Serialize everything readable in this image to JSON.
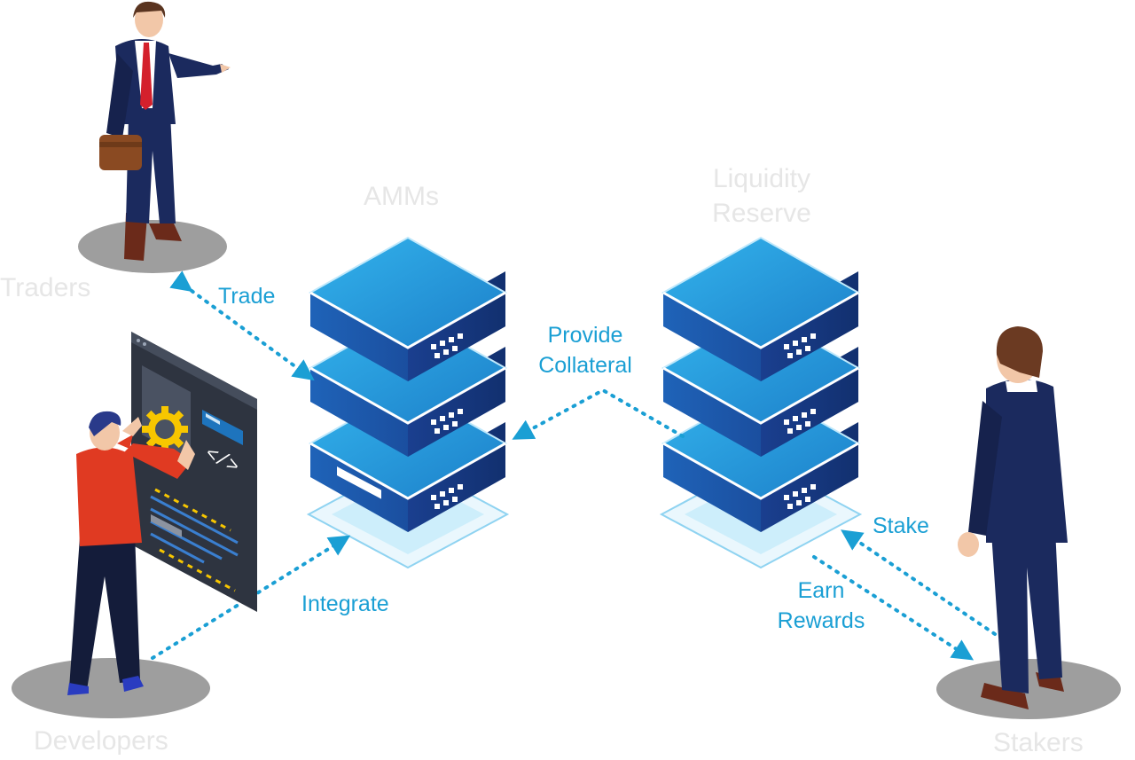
{
  "nodes": {
    "traders": "Traders",
    "amms": "AMMs",
    "liquidity": [
      "Liquidity",
      "Reserve"
    ],
    "developers": "Developers",
    "stakers": "Stakers"
  },
  "flows": {
    "trade": "Trade",
    "provide": [
      "Provide",
      "Collateral"
    ],
    "integrate": "Integrate",
    "stake": "Stake",
    "earn": [
      "Earn",
      "Rewards"
    ]
  },
  "screen": {
    "code_glyph": "</>"
  },
  "colors": {
    "label_gray": "#e6e6e6",
    "flow_blue": "#1a9fd4",
    "server_top": "#2aa0e0",
    "server_side": "#1a3f8f",
    "navy_suit": "#1b2a5e",
    "hoodie": "#e03a22",
    "gear": "#f7c600",
    "platform": "#9e9e9e",
    "screen_dark": "#2e3440"
  }
}
